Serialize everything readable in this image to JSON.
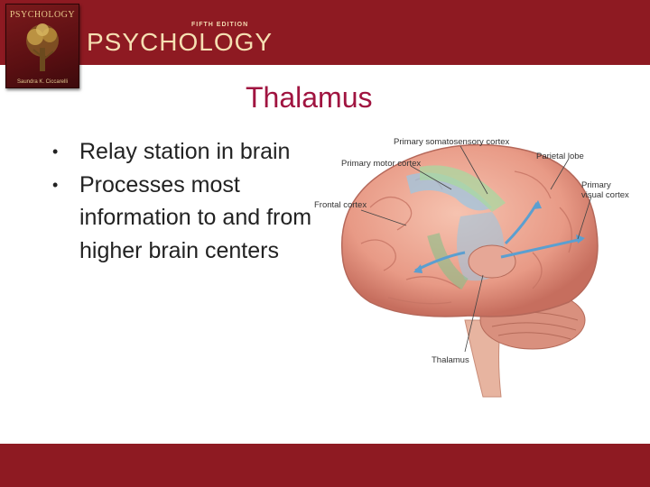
{
  "header": {
    "cover": {
      "title": "PSYCHOLOGY",
      "footer": "Saundra K. Ciccarelli"
    },
    "edition": "FIFTH EDITION",
    "brand": "PSYCHOLOGY",
    "colors": {
      "band": "#8e1a22",
      "brand_text": "#f5dfb2"
    }
  },
  "slide": {
    "title": "Thalamus",
    "bullets": [
      "Relay station in brain",
      "Processes most information to and from higher brain centers"
    ]
  },
  "figure": {
    "labels": {
      "somatosensory": "Primary somatosensory cortex",
      "motor": "Primary motor cortex",
      "frontal": "Frontal cortex",
      "parietal": "Parietal lobe",
      "visual": "Primary\nvisual cortex",
      "thalamus": "Thalamus"
    }
  }
}
